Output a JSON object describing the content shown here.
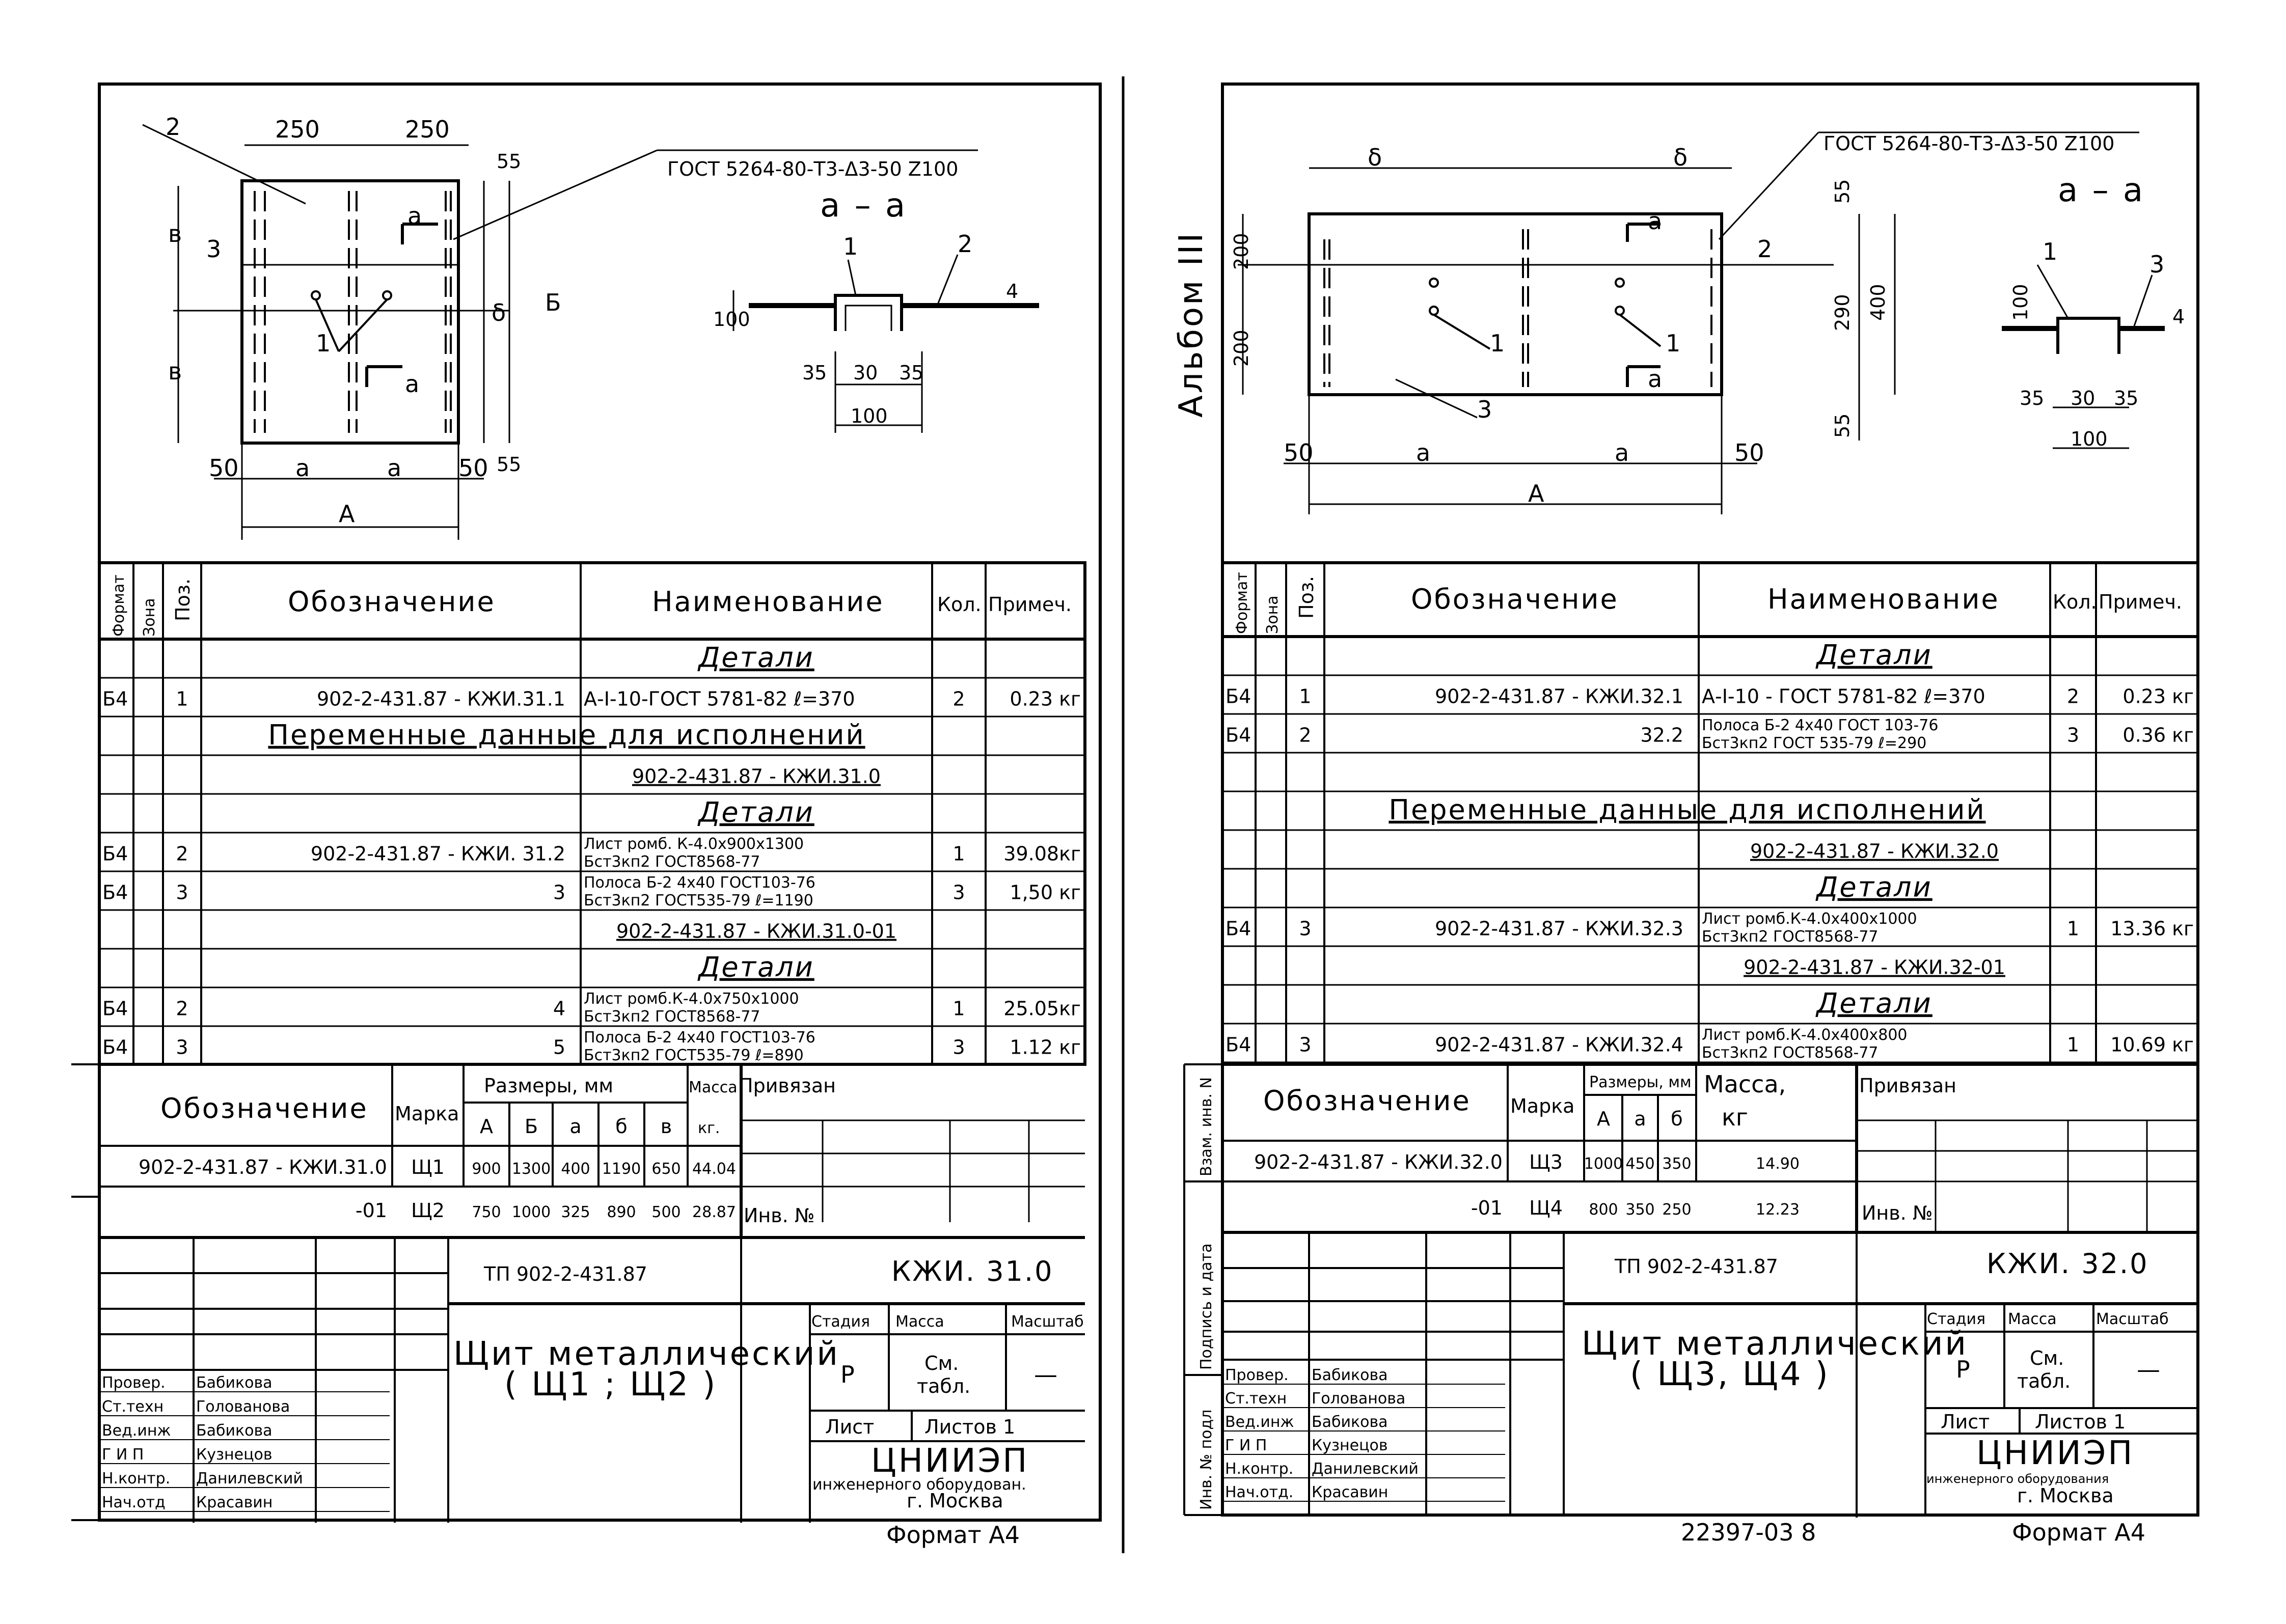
{
  "colors": {
    "ink": "#000000",
    "paper": "#ffffff"
  },
  "left": {
    "drawing": {
      "gost_label": "ГОСТ 5264-80-Т3-Δ3-50 Z100",
      "section_label": "а – а",
      "dims": {
        "top1": "250",
        "top2": "250",
        "left_top": "в",
        "left_bot": "в",
        "right55_top": "55",
        "right55_bot": "55",
        "delta": "δ",
        "b_cap": "Б",
        "bottom50_l": "50",
        "bottom_a1": "а",
        "bottom_a2": "а",
        "bottom50_r": "50",
        "bottom_A": "А",
        "callout2": "2",
        "callout3": "3",
        "callout1": "1",
        "cut_a": "а"
      },
      "section": {
        "c1": "1",
        "c2": "2",
        "d100": "100",
        "d4": "4",
        "d35a": "35",
        "d30": "30",
        "d35b": "35",
        "d100b": "100"
      }
    },
    "spec": {
      "headers": {
        "format": "Формат",
        "zone": "Зона",
        "pos": "Поз.",
        "designation": "Обозначение",
        "name": "Наименование",
        "qty": "Кол.",
        "note": "Примеч."
      },
      "rows": [
        {
          "kind": "title",
          "name": "Детали"
        },
        {
          "fmt": "Б4",
          "pos": "1",
          "des": "902-2-431.87  - КЖИ.31.1",
          "name": "А-I-10-ГОСТ 5781-82  ℓ=370",
          "qty": "2",
          "note": "0.23 кг"
        },
        {
          "kind": "wide",
          "text": "Переменные данные для исполнений"
        },
        {
          "kind": "name_only",
          "name": "902-2-431.87 - КЖИ.31.0"
        },
        {
          "kind": "title",
          "name": "Детали"
        },
        {
          "fmt": "Б4",
          "pos": "2",
          "des": "902-2-431.87 -  КЖИ. 31.2",
          "name": "Лист ромб. К-4.0х900х1300",
          "name2": "Бст3кп2 ГОСТ8568-77",
          "qty": "1",
          "note": "39.08кг"
        },
        {
          "fmt": "Б4",
          "pos": "3",
          "des": "3",
          "name": "Полоса Б-2 4х40 ГОСТ103-76",
          "name2": "Бст3кп2 ГОСТ535-79 ℓ=1190",
          "qty": "3",
          "note": "1,50 кг"
        },
        {
          "kind": "name_only",
          "name": "902-2-431.87 - КЖИ.31.0-01"
        },
        {
          "kind": "title",
          "name": "Детали"
        },
        {
          "fmt": "Б4",
          "pos": "2",
          "des": "4",
          "name": "Лист ромб.К-4.0х750х1000",
          "name2": "Бст3кп2 ГОСТ8568-77",
          "qty": "1",
          "note": "25.05кг"
        },
        {
          "fmt": "Б4",
          "pos": "3",
          "des": "5",
          "name": "Полоса Б-2 4х40 ГОСТ103-76",
          "name2": "Бст3кп2 ГОСТ535-79 ℓ=890",
          "qty": "3",
          "note": "1.12 кг"
        }
      ]
    },
    "var_table": {
      "h_designation": "Обозначение",
      "h_mark": "Марка",
      "h_sizes": "Размеры, мм",
      "h_mass": "Масса",
      "h_kg": "кг.",
      "cols": [
        "А",
        "Б",
        "а",
        "б",
        "в"
      ],
      "rows": [
        {
          "des": "902-2-431.87 - КЖИ.31.0",
          "mark": "Щ1",
          "vals": [
            "900",
            "1300",
            "400",
            "1190",
            "650"
          ],
          "mass": "44.04"
        },
        {
          "des": "-01",
          "mark": "Щ2",
          "vals": [
            "750",
            "1000",
            "325",
            "890",
            "500"
          ],
          "mass": "28.87"
        }
      ]
    },
    "stamp": {
      "tied": "Привязан",
      "inv": "Инв. №",
      "project": "ТП  902-2-431.87",
      "code": "КЖИ. 31.0",
      "title1": "Щит  металлический",
      "title2": "( Щ1 ; Щ2 )",
      "stage_h": "Стадия",
      "mass_h": "Масса",
      "scale_h": "Масштаб",
      "stage": "Р",
      "mass": "См.",
      "mass2": "табл.",
      "scale": "—",
      "sheet": "Лист",
      "sheets": "Листов 1",
      "org1": "ЦНИИЭП",
      "org2": "инженерного оборудован.",
      "org3": "г. Москва",
      "format": "Формат А4",
      "people": [
        {
          "role": "Провер.",
          "name": "Бабикова"
        },
        {
          "role": "Ст.техн",
          "name": "Голованова"
        },
        {
          "role": "Вед.инж",
          "name": "Бабикова"
        },
        {
          "role": "Г И П",
          "name": "Кузнецов"
        },
        {
          "role": "Н.контр.",
          "name": "Данилевский"
        },
        {
          "role": "Нач.отд",
          "name": "Красавин"
        }
      ]
    }
  },
  "right": {
    "album": "Альбом III",
    "drawing": {
      "gost_label": "ГОСТ 5264-80-Т3-Δ3-50 Z100",
      "section_label": "а – а",
      "dims": {
        "delta1": "δ",
        "delta2": "δ",
        "left200a": "200",
        "left200b": "200",
        "r55a": "55",
        "r290": "290",
        "r400": "400",
        "r55b": "55",
        "b50l": "50",
        "ba1": "а",
        "ba2": "а",
        "b50r": "50",
        "bA": "А",
        "c1a": "1",
        "c1b": "1",
        "c2": "2",
        "c3": "3",
        "cut_a": "а"
      },
      "section": {
        "c1": "1",
        "c3": "3",
        "d100": "100",
        "d4": "4",
        "d35a": "35",
        "d30": "30",
        "d35b": "35",
        "d100b": "100"
      }
    },
    "spec": {
      "headers": {
        "format": "Формат",
        "zone": "Зона",
        "pos": "Поз.",
        "designation": "Обозначение",
        "name": "Наименование",
        "qty": "Кол.",
        "note": "Примеч."
      },
      "rows": [
        {
          "kind": "title",
          "name": "Детали"
        },
        {
          "fmt": "Б4",
          "pos": "1",
          "des": "902-2-431.87  - КЖИ.32.1",
          "name": "А-I-10 - ГОСТ 5781-82  ℓ=370",
          "qty": "2",
          "note": "0.23 кг"
        },
        {
          "fmt": "Б4",
          "pos": "2",
          "des": "32.2",
          "name": "Полоса Б-2 4х40 ГОСТ 103-76",
          "name2": "Бст3кп2 ГОСТ 535-79 ℓ=290",
          "qty": "3",
          "note": "0.36 кг"
        },
        {
          "kind": "empty"
        },
        {
          "kind": "wide",
          "text": "Переменные данные для исполнений"
        },
        {
          "kind": "name_only",
          "name": "902-2-431.87  - КЖИ.32.0"
        },
        {
          "kind": "title",
          "name": "Детали"
        },
        {
          "fmt": "Б4",
          "pos": "3",
          "des": "902-2-431.87  - КЖИ.32.3",
          "name": "Лист ромб.К-4.0х400х1000",
          "name2": "Бст3кп2 ГОСТ8568-77",
          "qty": "1",
          "note": "13.36 кг"
        },
        {
          "kind": "name_only",
          "name": "902-2-431.87 - КЖИ.32-01"
        },
        {
          "kind": "title",
          "name": "Детали"
        },
        {
          "fmt": "Б4",
          "pos": "3",
          "des": "902-2-431.87  - КЖИ.32.4",
          "name": "Лист ромб.К-4.0х400х800",
          "name2": "Бст3кп2 ГОСТ8568-77",
          "qty": "1",
          "note": "10.69 кг"
        }
      ]
    },
    "var_table": {
      "h_designation": "Обозначение",
      "h_mark": "Марка",
      "h_sizes": "Размеры, мм",
      "h_mass": "Масса,",
      "h_kg": "кг",
      "cols": [
        "А",
        "а",
        "б"
      ],
      "rows": [
        {
          "des": "902-2-431.87 - КЖИ.32.0",
          "mark": "Щ3",
          "vals": [
            "1000",
            "450",
            "350"
          ],
          "mass": "14.90"
        },
        {
          "des": "-01",
          "mark": "Щ4",
          "vals": [
            "800",
            "350",
            "250"
          ],
          "mass": "12.23"
        }
      ]
    },
    "side_labels": [
      "Инв. № подл",
      "Подпись и дата",
      "Взам. инв. N"
    ],
    "stamp": {
      "tied": "Привязан",
      "inv": "Инв. №",
      "project": "ТП  902-2-431.87",
      "code": "КЖИ. 32.0",
      "title1": "Щит  металлический",
      "title2": "( Щ3, Щ4 )",
      "stage_h": "Стадия",
      "mass_h": "Масса",
      "scale_h": "Масштаб",
      "stage": "Р",
      "mass": "См.",
      "mass2": "табл.",
      "scale": "—",
      "sheet": "Лист",
      "sheets": "Листов 1",
      "org1": "ЦНИИЭП",
      "org2": "инженерного оборудования",
      "org3": "г. Москва",
      "format": "Формат А4",
      "archive": "22397-03  8",
      "people": [
        {
          "role": "Провер.",
          "name": "Бабикова"
        },
        {
          "role": "Ст.техн",
          "name": "Голованова"
        },
        {
          "role": "Вед.инж",
          "name": "Бабикова"
        },
        {
          "role": "Г И П",
          "name": "Кузнецов"
        },
        {
          "role": "Н.контр.",
          "name": "Данилевский"
        },
        {
          "role": "Нач.отд.",
          "name": "Красавин"
        }
      ]
    }
  }
}
